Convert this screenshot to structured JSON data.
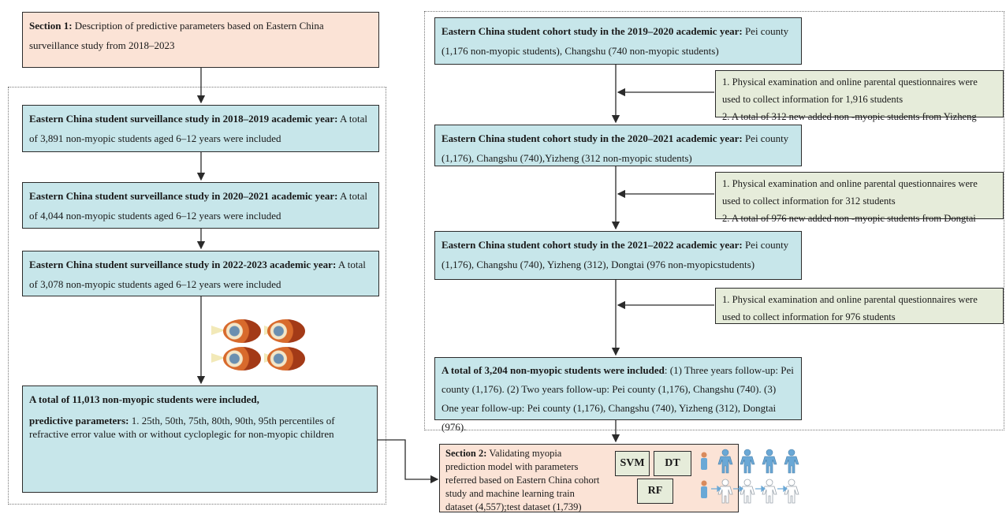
{
  "section1": {
    "bold": "Section 1:",
    "text": " Description of predictive parameters based on Eastern China surveillance study from 2018–2023"
  },
  "left_boxes": [
    {
      "bold": "Eastern China student surveillance study in 2018–2019 academic year:",
      "text": " A total of 3,891 non-myopic students aged 6–12 years were included"
    },
    {
      "bold": "Eastern China student surveillance study in 2020–2021 academic year:",
      "text": " A total of 4,044 non-myopic students aged 6–12 years were included"
    },
    {
      "bold": "Eastern China student surveillance study in 2022-2023 academic year:",
      "text": " A total of 3,078 non-myopic students aged 6–12 years were included"
    }
  ],
  "summary": {
    "bold1": "A total of 11,013 non-myopic students were included,",
    "bold2": "predictive parameters:",
    "text": " 1. 25th, 50th, 75th, 80th, 90th, 95th percentiles of refractive error value with or without cycloplegic for non-myopic children"
  },
  "cohort_boxes": [
    {
      "bold": "Eastern China student cohort study in the 2019–2020 academic year:",
      "text": " Pei county (1,176 non-myopic students), Changshu (740 non-myopic students)"
    },
    {
      "bold": "Eastern China student cohort study in the 2020–2021 academic year:",
      "text": " Pei county (1,176), Changshu (740),Yizheng (312 non-myopic students)"
    },
    {
      "bold": "Eastern China student cohort study in the 2021–2022 academic year:",
      "text": " Pei county (1,176), Changshu (740), Yizheng (312), Dongtai (976 non-myopicstudents)"
    }
  ],
  "notes": [
    {
      "line1": "1. Physical examination and online parental questionnaires were used to collect  information  for 1,916 students",
      "line2": "2. A total of 312 new added non -myopic students from Yizheng"
    },
    {
      "line1": "1. Physical examination and online parental questionnaires were used to collect  information  for 312 students",
      "line2": "2. A total of 976 new added non -myopic students from Dongtai"
    },
    {
      "line1": "1. Physical examination and online parental questionnaires were used to collect  information  for 976 students",
      "line2": ""
    }
  ],
  "final": {
    "bold": "A total of 3,204 non-myopic students were included",
    "text": ": (1) Three years follow-up: Pei county (1,176). (2) Two years follow-up: Pei county (1,176), Changshu (740). (3) One year follow-up: Pei county (1,176), Changshu (740), Yizheng (312), Dongtai (976)."
  },
  "section2": {
    "bold": "Section 2:",
    "text": " Validating myopia prediction model with parameters referred based on Eastern China cohort study and machine learning train dataset (4,557);test dataset (1,739)"
  },
  "ml_labels": [
    "SVM",
    "DT",
    "RF"
  ],
  "colors": {
    "pink": "#fbe3d6",
    "blue": "#c7e6ea",
    "green": "#e6ecda",
    "person": "#6aa8d6"
  }
}
